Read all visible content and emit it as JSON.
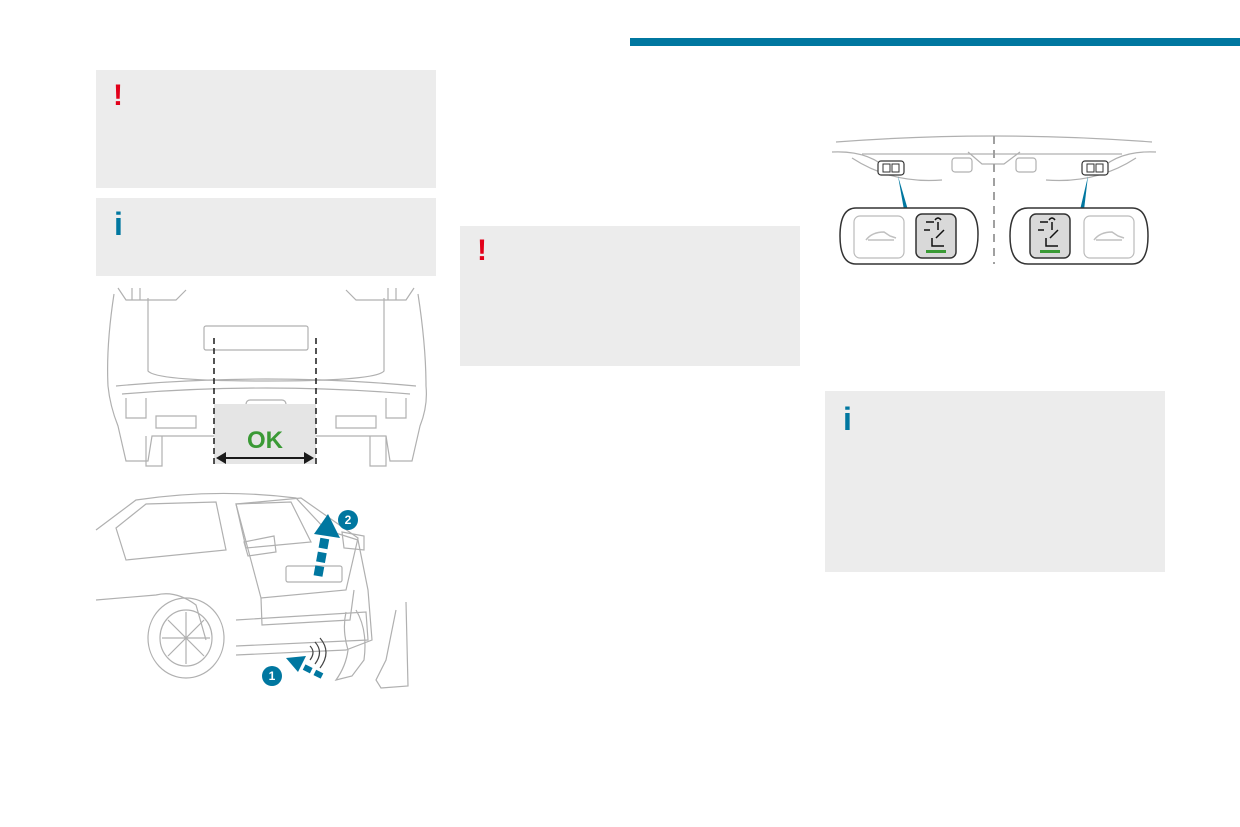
{
  "colors": {
    "accent": "#0077a0",
    "warning": "#e2001a",
    "ok_green": "#3a9a35",
    "box_bg": "#ececec",
    "line_gray": "#a8a8a8"
  },
  "notes": [
    {
      "type": "warning",
      "icon": "exclamation-icon",
      "symbol": "!"
    },
    {
      "type": "info",
      "icon": "info-icon",
      "symbol": "i"
    },
    {
      "type": "warning",
      "icon": "exclamation-icon",
      "symbol": "!"
    },
    {
      "type": "info",
      "icon": "info-icon",
      "symbol": "i"
    }
  ],
  "illustrations": {
    "rear_view": {
      "label": "OK"
    },
    "kick_sensor": {
      "steps": [
        "1",
        "2"
      ]
    },
    "boot_switches": {
      "icons": [
        "car-icon",
        "seat-fold-icon",
        "seat-fold-icon",
        "car-icon"
      ]
    }
  }
}
